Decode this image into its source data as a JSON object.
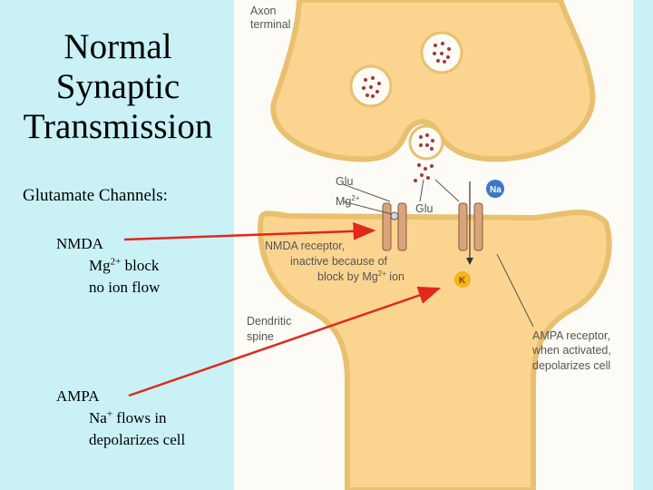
{
  "title": {
    "line1": "Normal",
    "line2": "Synaptic",
    "line3": "Transmission"
  },
  "subtitle": "Glutamate Channels:",
  "nmda": {
    "name": "NMDA",
    "line2_prefix": "Mg",
    "line2_sup": "2+",
    "line2_suffix": " block",
    "line3": "no ion flow"
  },
  "ampa": {
    "name": "AMPA",
    "line2_prefix": "Na",
    "line2_sup": "+",
    "line2_suffix": " flows in",
    "line3": "depolarizes cell"
  },
  "diagram": {
    "axon_terminal_1": "Axon",
    "axon_terminal_2": "terminal",
    "glu_left": "Glu",
    "mg_left": "Mg",
    "mg_left_sup": "2+",
    "glu_right": "Glu",
    "na_ion": "Na",
    "k_ion": "K",
    "nmda_receptor_1": "NMDA receptor,",
    "nmda_receptor_2": "inactive because of",
    "nmda_receptor_3_prefix": "block by Mg",
    "nmda_receptor_3_sup": "2+",
    "nmda_receptor_3_suffix": " ion",
    "dendritic_1": "Dendritic",
    "dendritic_2": "spine",
    "ampa_receptor_1": "AMPA receptor,",
    "ampa_receptor_2": "when activated,",
    "ampa_receptor_3": "depolarizes cell"
  },
  "colors": {
    "background": "#c9f1f6",
    "diagram_bg": "#fdfbf6",
    "cell_fill": "#fbd590",
    "cell_outline": "#e8c06f",
    "arrow": "#e0281c",
    "vesicle_dot": "#a03a3a",
    "receptor": "#d9a37c",
    "na_ion": "#3a78c4",
    "k_ion": "#f2b418"
  },
  "icons": {
    "pointer_arrows": "red-arrow"
  }
}
